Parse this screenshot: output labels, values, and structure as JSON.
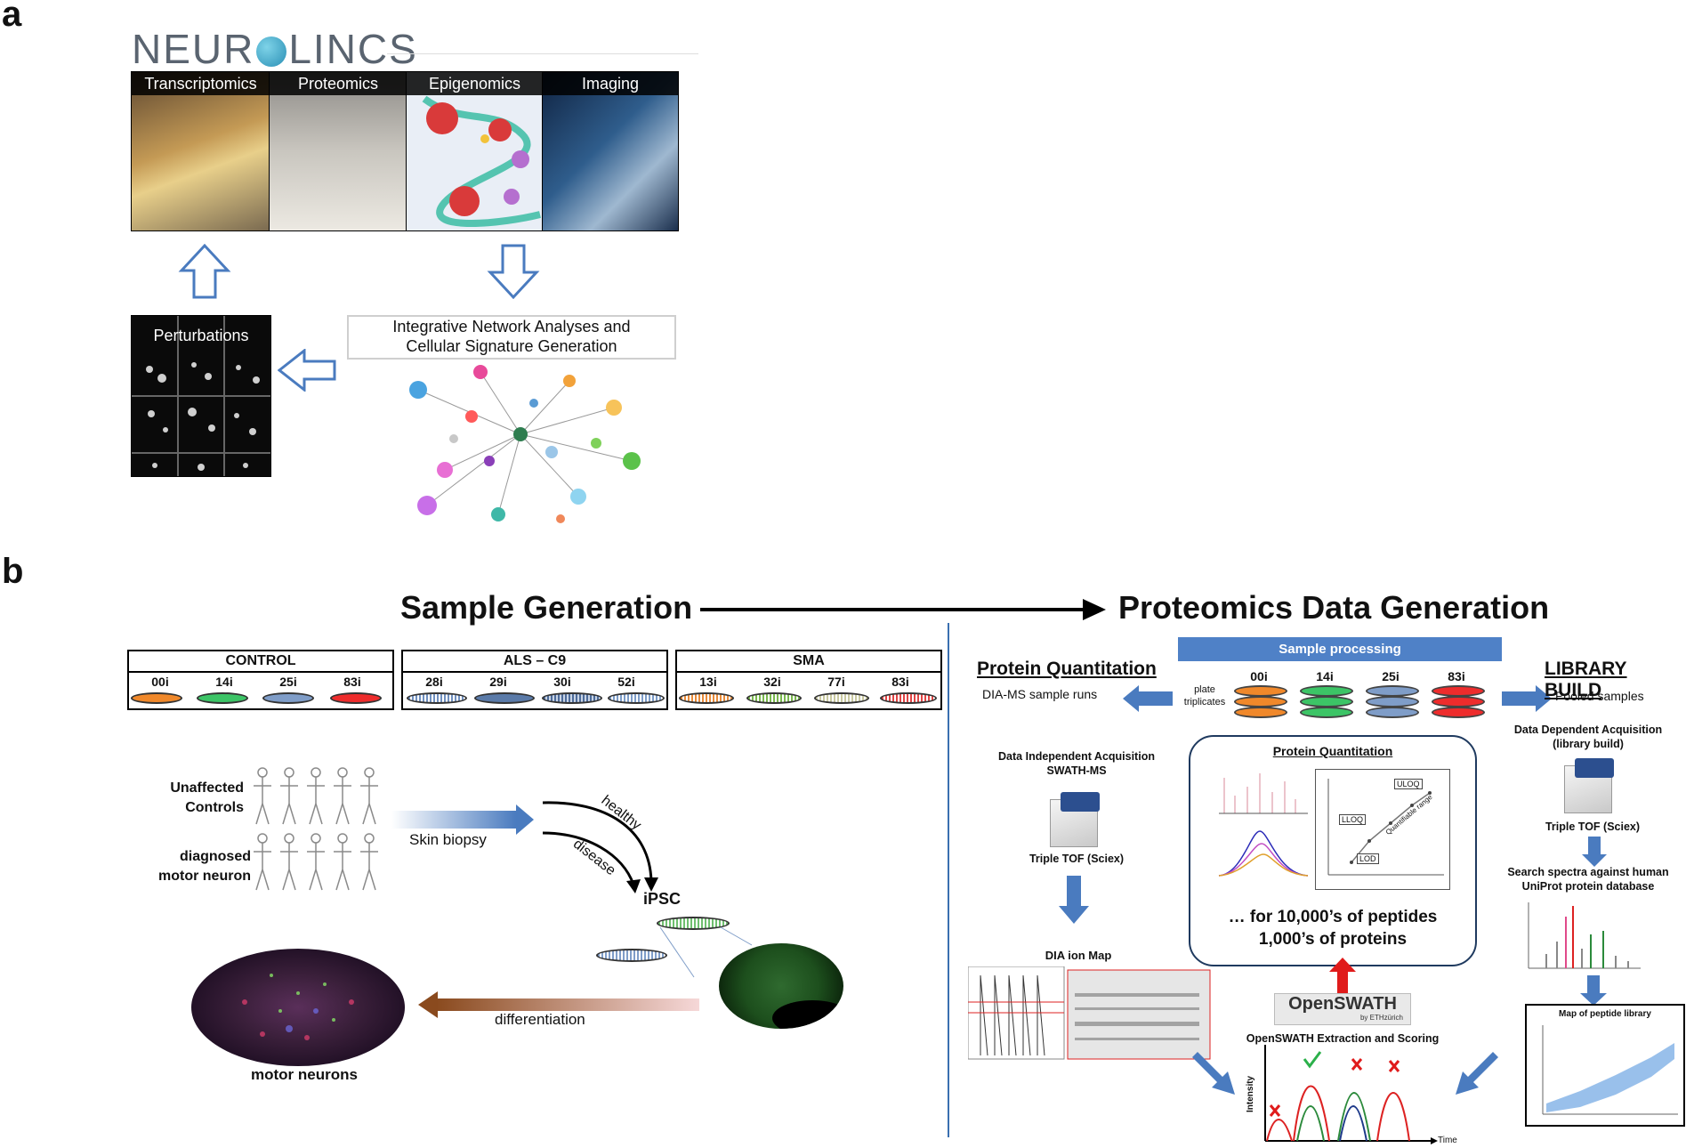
{
  "panel_a": {
    "letter": "a",
    "brand_left": "NEUR",
    "brand_right": "LINCS",
    "tiles": [
      "Transcriptomics",
      "Proteomics",
      "Epigenomics",
      "Imaging"
    ],
    "perturbations_label": "Perturbations",
    "network_label_line1": "Integrative Network Analyses and",
    "network_label_line2": "Cellular Signature Generation"
  },
  "panel_b": {
    "letter": "b",
    "title_left": "Sample Generation",
    "title_right": "Proteomics Data Generation",
    "groups": [
      {
        "name": "CONTROL",
        "lines": [
          "00i",
          "14i",
          "25i",
          "83i"
        ],
        "colors": [
          "#f0882a",
          "#3cc466",
          "#7f9dc8",
          "#ee2c2c"
        ],
        "fill": "solid"
      },
      {
        "name": "ALS – C9",
        "lines": [
          "28i",
          "29i",
          "30i",
          "52i"
        ],
        "colors": [
          "#6f8fbf",
          "#5a7aa8",
          "#4d6b99",
          "#7c9cc8"
        ],
        "fill": "hatched"
      },
      {
        "name": "SMA",
        "lines": [
          "13i",
          "32i",
          "77i",
          "83i"
        ],
        "colors": [
          "#e88b3a",
          "#7ab84e",
          "#c9c9a0",
          "#e04545"
        ],
        "fill": "hatched"
      }
    ],
    "left_flow": {
      "unaffected_line1": "Unaffected",
      "unaffected_line2": "Controls",
      "diagnosed_line1": "diagnosed",
      "diagnosed_line2": "motor neuron",
      "skin_biopsy": "Skin biopsy",
      "healthy": "healthy",
      "disease": "disease",
      "ipsc": "iPSC",
      "differentiation": "differentiation",
      "motor_neurons": "motor neurons"
    },
    "right_flow": {
      "sample_processing": "Sample processing",
      "protein_quant_head": "Protein Quantitation",
      "dia_runs": "DIA-MS sample runs",
      "plate_line1": "plate",
      "plate_line2": "triplicates",
      "stack_lines": [
        "00i",
        "14i",
        "25i",
        "83i"
      ],
      "stack_colors": [
        "#f0882a",
        "#3cc466",
        "#7f9dc8",
        "#ee2c2c"
      ],
      "library_head": "LIBRARY BUILD",
      "pooled": "Pooled samples",
      "dia_line1": "Data Independent Acquisition",
      "dia_line2": "SWATH-MS",
      "triple_tof": "Triple TOF (Sciex)",
      "dia_ion_map": "DIA ion Map",
      "card_title": "Protein Quantitation",
      "card_line1": "… for 10,000’s of peptides",
      "card_line2": "1,000’s of proteins",
      "inset_labels": [
        "ULOQ",
        "LLOQ",
        "LOD",
        "Quantifiable range"
      ],
      "dda_line1": "Data Dependent Acquisition",
      "dda_line2": "(library build)",
      "triple_tof_right": "Triple TOF (Sciex)",
      "search_line1": "Search spectra against human",
      "search_line2": "UniProt protein database",
      "map_library": "Map of peptide library",
      "openswath_logo": "OpenSWATH",
      "openswath_by": "by ETHzürich",
      "extraction": "OpenSWATH Extraction and Scoring",
      "intensity_axis": "Intensity",
      "time_axis": "Time"
    },
    "colors": {
      "accent_blue": "#4a7bbf",
      "sample_bar": "#4f81c7",
      "card_border": "#1f3a5f",
      "divider": "#3a6fb0"
    }
  }
}
